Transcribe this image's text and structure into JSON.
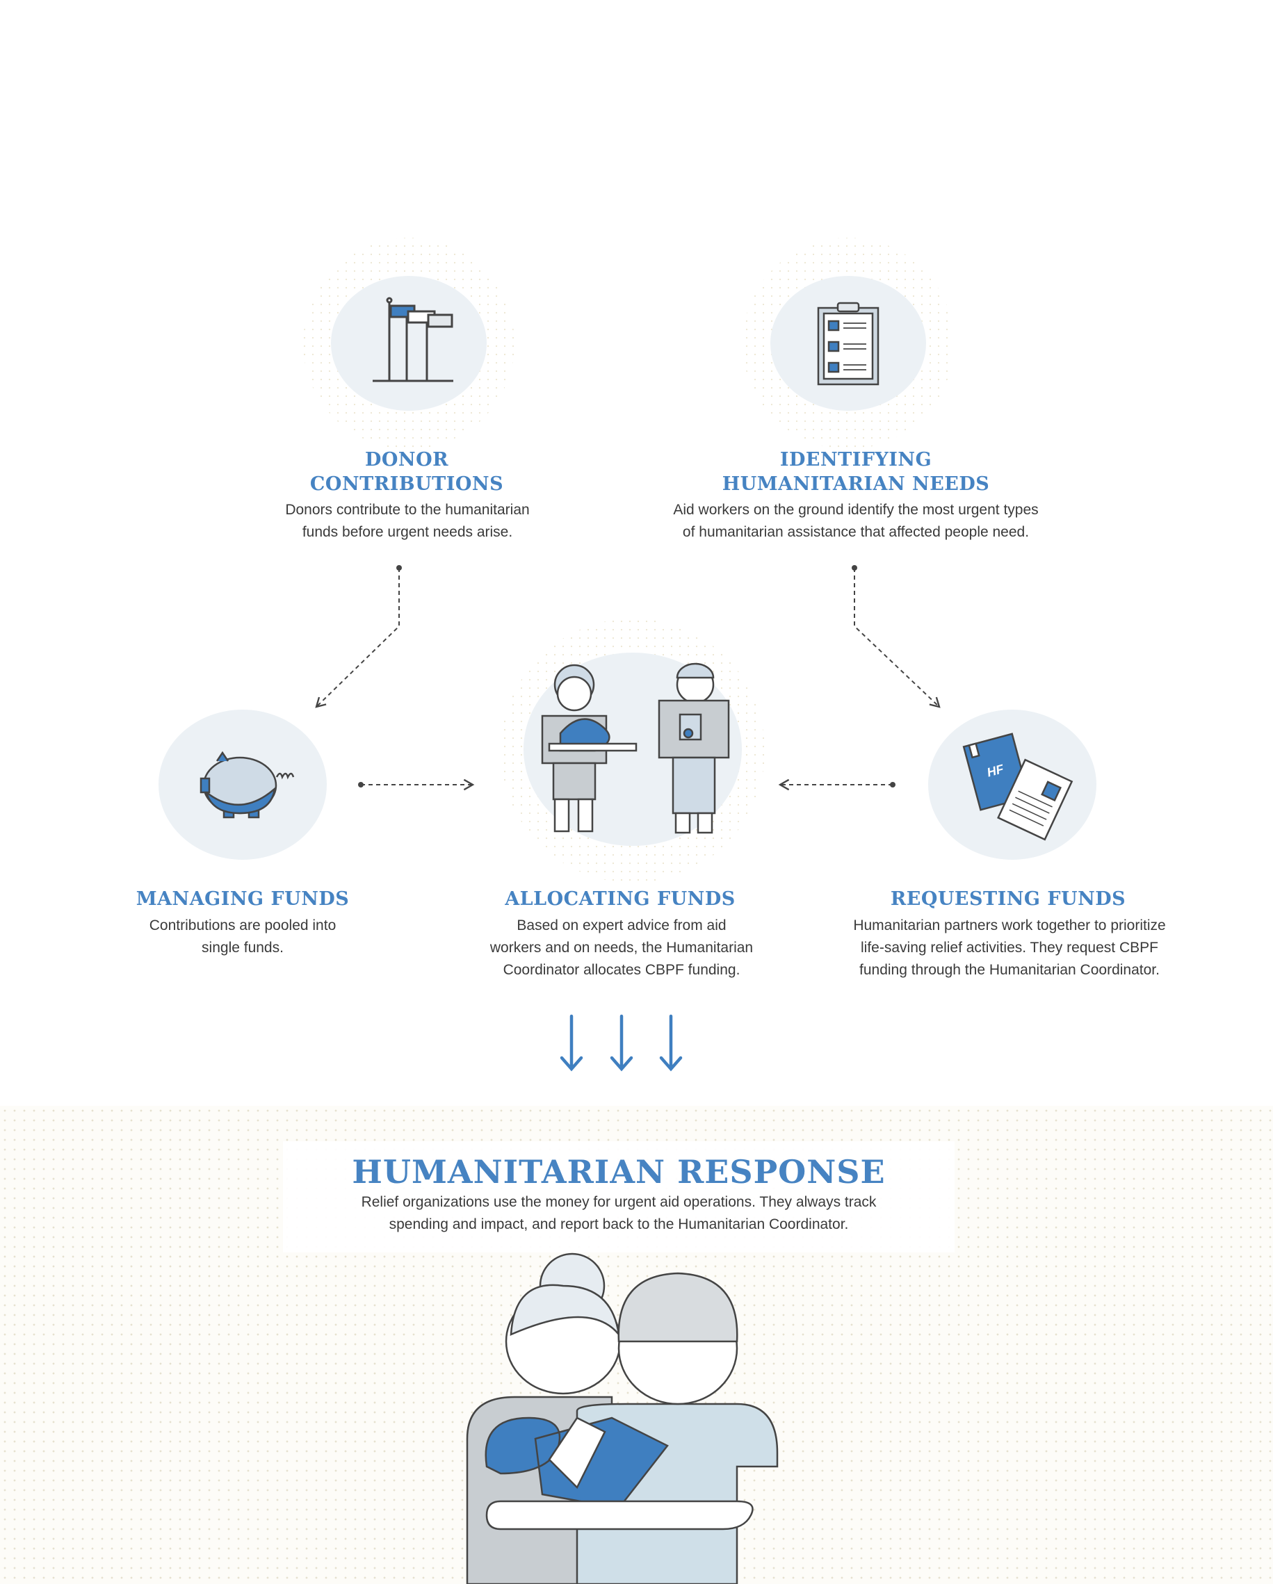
{
  "colors": {
    "accent": "#4683c2",
    "circle": "#ecf1f5",
    "text": "#3a3a3a"
  },
  "steps": {
    "donor": {
      "title_1": "DONOR",
      "title_2": "CONTRIBUTIONS",
      "desc_1": "Donors contribute to the humanitarian",
      "desc_2": "funds before urgent needs arise.",
      "icon": "flags-icon"
    },
    "identifying": {
      "title_1": "IDENTIFYING",
      "title_2": "HUMANITARIAN NEEDS",
      "desc_1": "Aid workers on the ground identify the most urgent types",
      "desc_2": "of humanitarian assistance that affected people need.",
      "icon": "clipboard-checklist-icon"
    },
    "managing": {
      "title": "MANAGING FUNDS",
      "desc_1": "Contributions are pooled into",
      "desc_2": "single funds.",
      "icon": "piggy-bank-icon"
    },
    "allocating": {
      "title": "ALLOCATING FUNDS",
      "desc_1": "Based on expert advice from aid",
      "desc_2": "workers and on needs, the Humanitarian",
      "desc_3": "Coordinator allocates CBPF funding.",
      "icon": "aid-workers-icon"
    },
    "requesting": {
      "title": "REQUESTING FUNDS",
      "desc_1": "Humanitarian partners work together to prioritize",
      "desc_2": "life-saving relief activities. They request CBPF",
      "desc_3": "funding through the Humanitarian Coordinator.",
      "icon": "documents-icon",
      "book_label": "HF"
    }
  },
  "response": {
    "title": "HUMANITARIAN RESPONSE",
    "desc_1": "Relief organizations use the money for urgent aid operations. They always track",
    "desc_2": "spending and impact, and report back to the Humanitarian Coordinator.",
    "icon": "family-icon"
  }
}
